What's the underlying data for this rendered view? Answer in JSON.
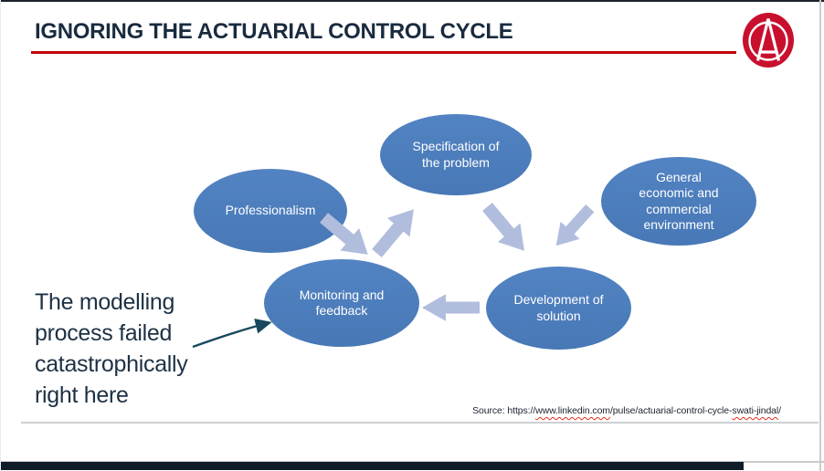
{
  "slide": {
    "title": "IGNORING THE ACTUARIAL CONTROL CYCLE",
    "logo_icon": "actuaries-a-in-circle",
    "colors": {
      "title_navy": "#1a2b3f",
      "rule_red": "#c00000",
      "logo_red": "#c8102e",
      "node_blue": "#4b7dbd",
      "arrow_light_blue": "#b1bddd",
      "annotation_navy": "#1d3144",
      "callout_arrow_teal": "#17485e",
      "footer_bar_dark": "#101c28",
      "divider_gray": "#ccd0d3"
    }
  },
  "diagram": {
    "nodes": [
      {
        "id": "specification",
        "lines": [
          "Specification of",
          "the problem"
        ]
      },
      {
        "id": "professionalism",
        "lines": [
          "Professionalism"
        ]
      },
      {
        "id": "environment",
        "lines": [
          "General",
          "economic and",
          "commercial",
          "environment"
        ]
      },
      {
        "id": "monitoring",
        "lines": [
          "Monitoring and",
          "feedback"
        ]
      },
      {
        "id": "development",
        "lines": [
          "Development of",
          "solution"
        ]
      }
    ],
    "arrows": [
      {
        "from": "professionalism",
        "to": "monitoring",
        "direction": "down-right"
      },
      {
        "from": "monitoring",
        "to": "specification",
        "direction": "up-right"
      },
      {
        "from": "specification",
        "to": "development",
        "direction": "down-right"
      },
      {
        "from": "environment",
        "to": "development",
        "direction": "down-left"
      },
      {
        "from": "development",
        "to": "monitoring",
        "direction": "left"
      }
    ]
  },
  "annotation": {
    "full_text": "The modelling process failed catastrophically right here",
    "lines": [
      "The modelling",
      "process failed",
      "catastrophically",
      "right here"
    ]
  },
  "source": {
    "prefix": "Source: https://",
    "domain": "www.linkedin.com",
    "path": "/pulse/actuarial-control-cycle-",
    "slug": "swati-jindal",
    "suffix": "/"
  }
}
